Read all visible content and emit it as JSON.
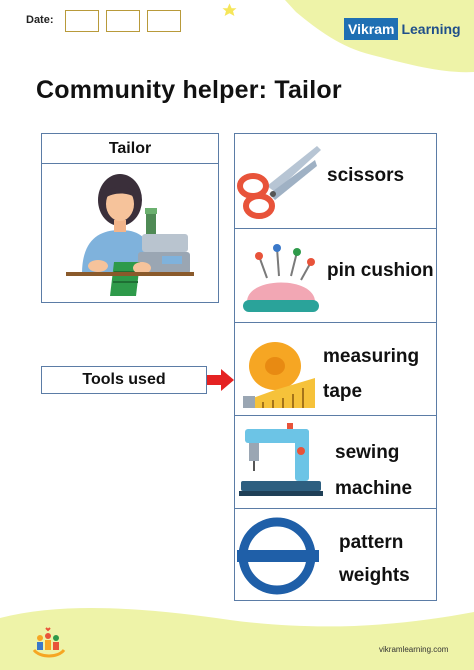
{
  "header": {
    "date_label": "Date:",
    "logo_part1": "Vikram",
    "logo_part2": "Learning"
  },
  "title": "Community helper: Tailor",
  "left_panel": {
    "heading": "Tailor",
    "tools_label": "Tools used"
  },
  "tools": [
    {
      "lines": [
        "scissors"
      ],
      "icon": "scissors-icon"
    },
    {
      "lines": [
        "pin cushion"
      ],
      "icon": "pin-cushion-icon"
    },
    {
      "lines": [
        "measuring",
        "tape"
      ],
      "icon": "measuring-tape-icon"
    },
    {
      "lines": [
        "sewing",
        "machine"
      ],
      "icon": "sewing-machine-icon"
    },
    {
      "lines": [
        "pattern",
        "weights"
      ],
      "icon": "pattern-weights-icon"
    }
  ],
  "footer": {
    "url": "vikramlearning.com"
  },
  "colors": {
    "border": "#5b7ca6",
    "blob": "#eef3a8",
    "arrow": "#e52222",
    "logo_blue": "#1f6fb3"
  }
}
